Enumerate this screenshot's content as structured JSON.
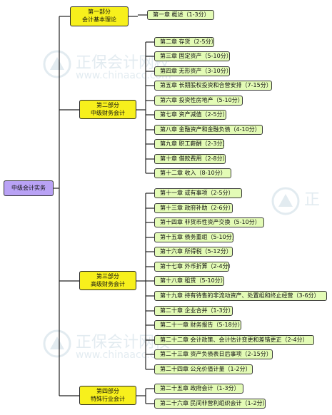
{
  "watermark": {
    "text": "正保会计网校",
    "url": "www.chinaacc.com",
    "color": "#7fa6bf"
  },
  "root": {
    "label": "中级会计实务"
  },
  "colors": {
    "root": "#b9a2f5",
    "part": "#f7f01c",
    "chapter": "#e3fbb6",
    "line": "#222222"
  },
  "parts": [
    {
      "line1": "第一部分",
      "line2": "会计基本理论",
      "chapters": [
        "第一章 概述（1-3分）"
      ]
    },
    {
      "line1": "第二部分",
      "line2": "中级财务会计",
      "chapters": [
        "第二章 存货（2-5分）",
        "第三章 固定资产（5-10分）",
        "第四章 无形资产（3-10分）",
        "第五章 长期股权投资和合营安排（7-15分）",
        "第六章 投资性房地产（5-10分）",
        "第七章 资产减值（2-5分）",
        "第八章 金融资产和金融负债（4-10分）",
        "第九章 职工薪酬（2-3分）",
        "第十章 借款费用（2-8分）",
        "第十二章 收入（8-10分）"
      ]
    },
    {
      "line1": "第三部分",
      "line2": "高级财务会计",
      "chapters": [
        "第十一章 或有事项（2-5分）",
        "第十三章 政府补助（2-6分）",
        "第十四章 非货币性资产交换（5-10分）",
        "第十五章 债务重组（5-10分）",
        "第十六章 所得税（5-12分）",
        "第十七章 外币折算（2-4分）",
        "第十八章 租赁（5-10分）",
        "第十九章 持有待售的非流动资产、处置组和终止经营（3-6分）",
        "第二十章 企业合并（1-3分）",
        "第二十一章 财务报告（5-18分）",
        "第二十二章 会计政策、会计估计变更和差错更正（2-4分）",
        "第二十三章 资产负债表日后事项（2-15分）",
        "第二十四章 公允价值计量（1-2分）"
      ]
    },
    {
      "line1": "第四部分",
      "line2": "特殊行业会计",
      "chapters": [
        "第二十五章 政府会计（1-3分）",
        "第二十六章 民间非营利组织会计（1-2分）"
      ]
    }
  ]
}
